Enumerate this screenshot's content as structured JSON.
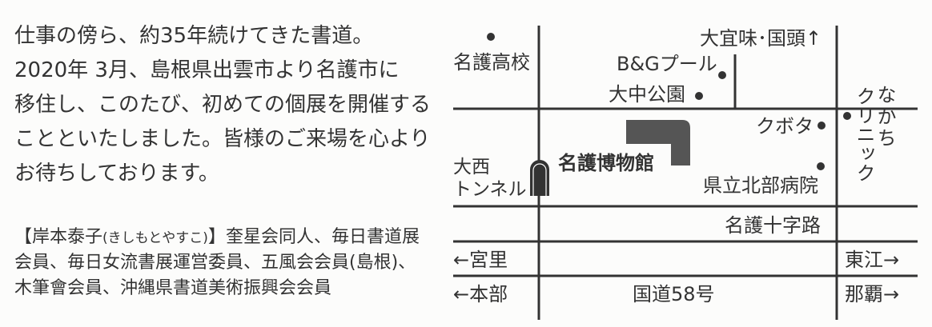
{
  "intro": {
    "lines": [
      "仕事の傍ら、約35年続けてきた書道。",
      "2020年 3月、島根県出雲市より名護市に",
      "移住し、このたび、初めての個展を開催する",
      "ことといたしました。皆様のご来場を心より",
      "お待ちしております。"
    ]
  },
  "bio": {
    "name_open": "【岸本泰子",
    "reading": "(きしもとやすこ)",
    "name_close": "】",
    "line1_rest": "奎星会同人、毎日書道展",
    "line2": "会員、毎日女流書展運営委員、五風会会員(島根)、",
    "line3": "木筆會会員、沖縄県書道美術振興会会員"
  },
  "map": {
    "labels": {
      "school": "名護高校",
      "north": "大宜味･国頭↑",
      "pool": "B&Gプール",
      "park": "大中公園",
      "kubota": "クボタ",
      "clinic_col1": "なかち",
      "clinic_col2": "クリニック",
      "tunnel_line1": "大西",
      "tunnel_line2": "トンネル",
      "museum": "名護博物館",
      "hospital": "県立北部病院",
      "crossing": "名護十字路",
      "west_upper": "←宮里",
      "east_upper": "東江→",
      "west_lower": "←本部",
      "route": "国道58号",
      "east_lower": "那覇→"
    },
    "colors": {
      "ink": "#333333",
      "building": "#555555"
    }
  }
}
